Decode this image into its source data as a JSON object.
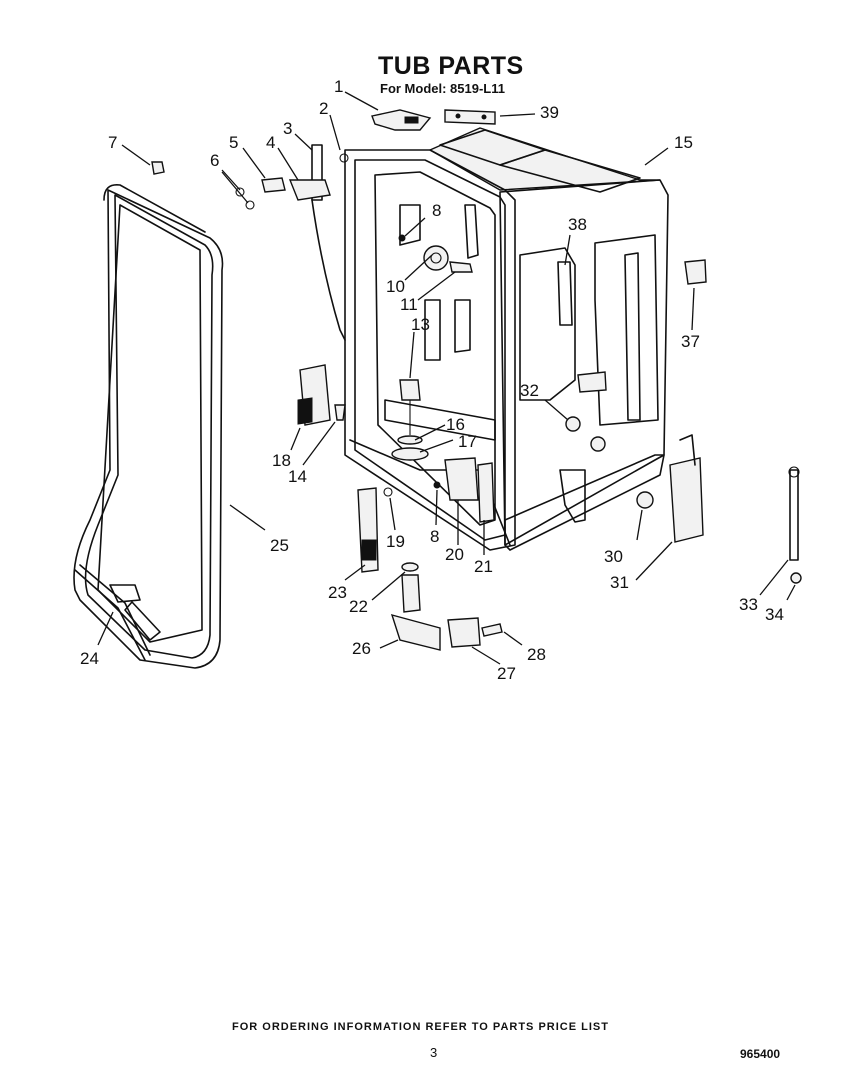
{
  "header": {
    "title": "TUB PARTS",
    "subtitle": "For Model: 8519-L11"
  },
  "callouts": [
    "1",
    "2",
    "3",
    "4",
    "5",
    "6",
    "7",
    "8",
    "10",
    "11",
    "13",
    "14",
    "15",
    "16",
    "17",
    "18",
    "19",
    "8",
    "20",
    "21",
    "22",
    "23",
    "24",
    "25",
    "26",
    "27",
    "28",
    "30",
    "31",
    "32",
    "33",
    "34",
    "37",
    "38",
    "39"
  ],
  "footer": {
    "note": "FOR ORDERING INFORMATION REFER TO PARTS PRICE LIST",
    "page_number": "3",
    "diagram_id": "965400"
  }
}
